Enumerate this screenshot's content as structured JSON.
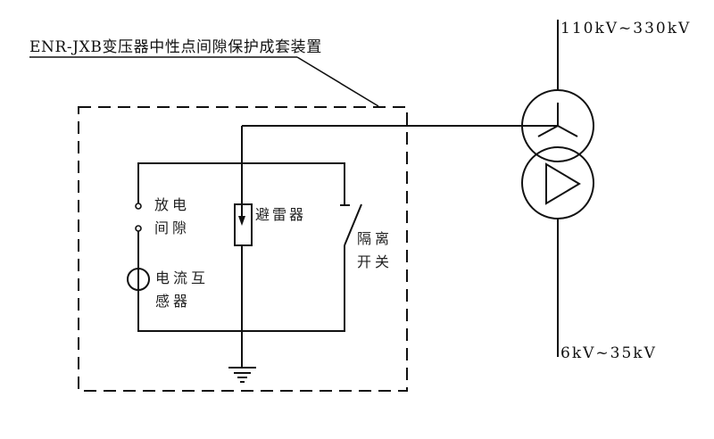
{
  "diagram": {
    "title_label": "ENR-JXB变压器中性点间隙保护成套装置",
    "high_voltage_label": "110kV~330kV",
    "low_voltage_label": "6kV~35kV",
    "components": {
      "discharge_gap": [
        "放电",
        "间隙"
      ],
      "current_transformer": [
        "电流互",
        "感器"
      ],
      "lightning_arrester": "避雷器",
      "isolation_switch": [
        "隔离",
        "开关"
      ]
    },
    "transformer": {
      "primary_winding": "wye-icon",
      "secondary_winding": "delta-icon"
    },
    "ground": "ground-icon"
  }
}
